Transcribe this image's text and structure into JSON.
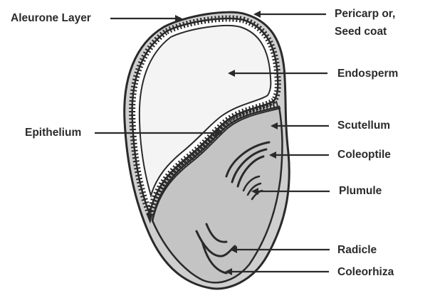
{
  "labels": {
    "aleurone": "Aleurone Layer",
    "pericarp_line1": "Pericarp or,",
    "pericarp_line2": "Seed coat",
    "endosperm": "Endosperm",
    "epithelium": "Epithelium",
    "scutellum": "Scutellum",
    "coleoptile": "Coleoptile",
    "plumule": "Plumule",
    "radicle": "Radicle",
    "coleorhiza": "Coleorhiza"
  },
  "colors": {
    "outline": "#2a2a2a",
    "seed_coat": "#cfcfcf",
    "endosperm": "#f4f4f4",
    "embryo": "#c4c4c4",
    "text": "#2b2b2b"
  }
}
